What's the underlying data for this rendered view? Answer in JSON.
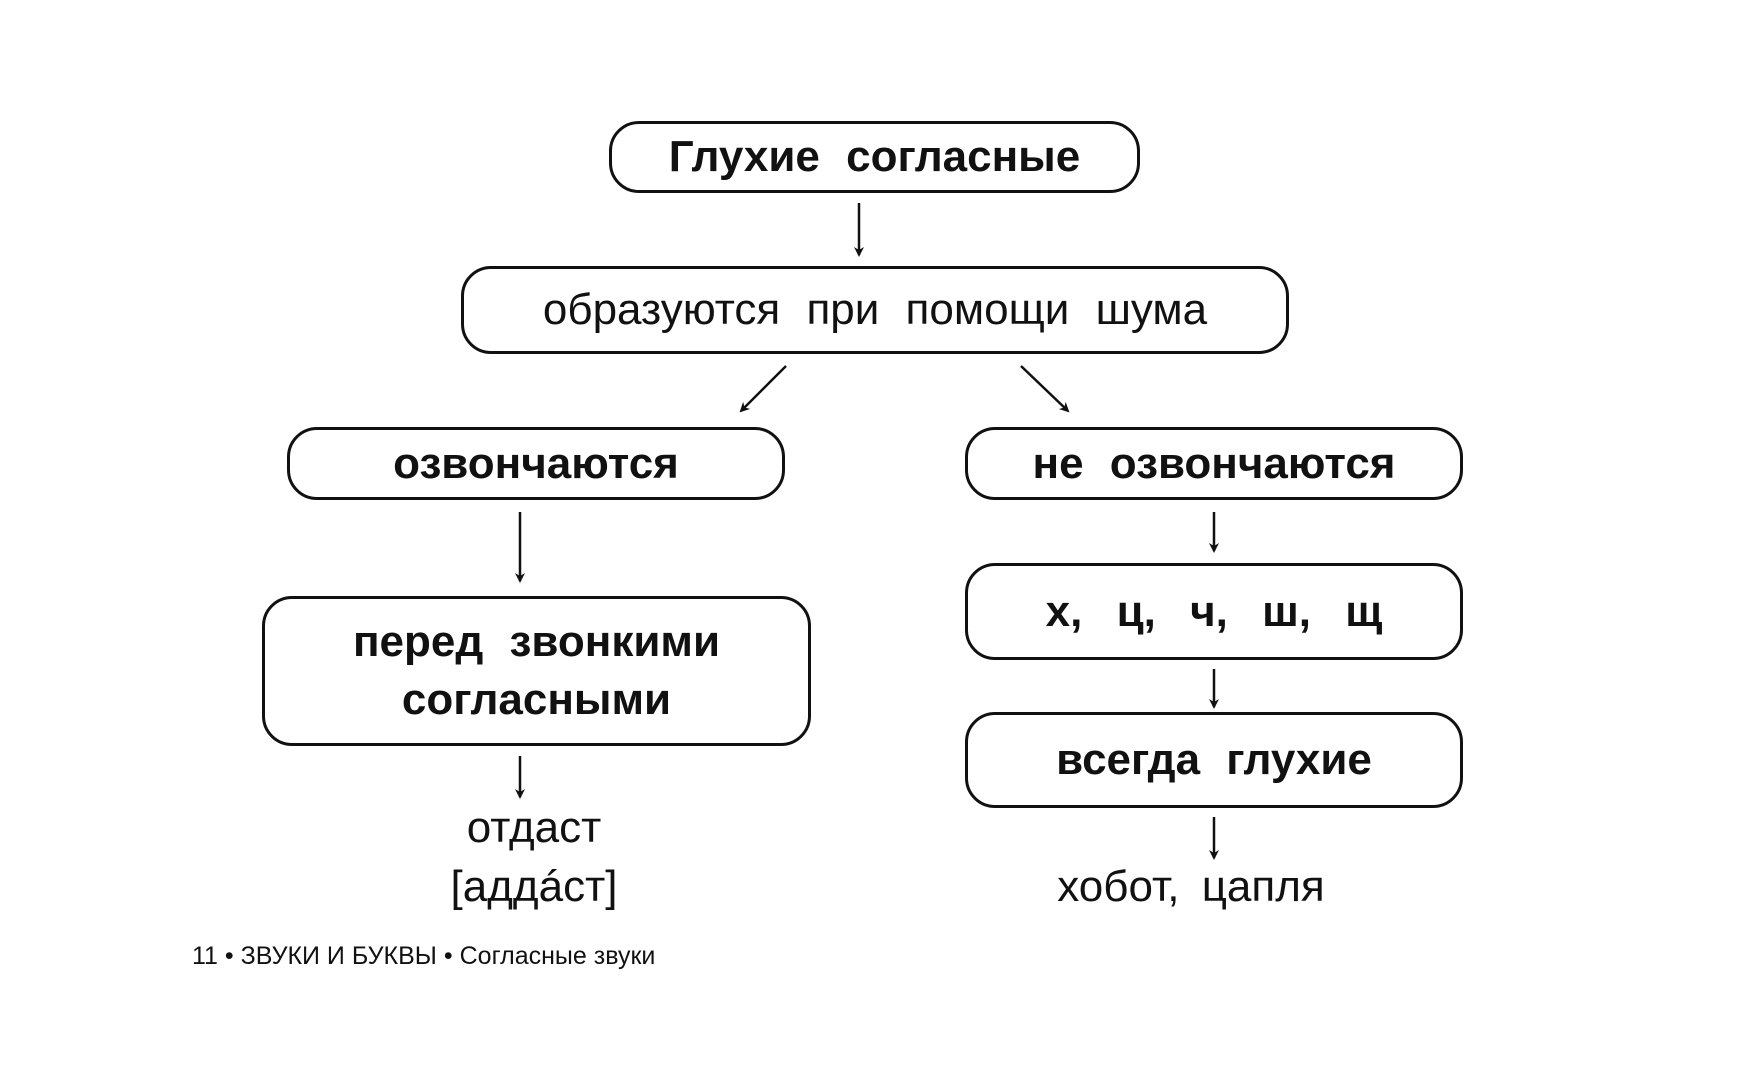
{
  "diagram": {
    "root": "Глухие согласные",
    "definition": "образуются при помощи шума",
    "left_branch": {
      "title": "озвончаются",
      "condition": [
        "перед звонкими",
        "согласными"
      ],
      "example_word": "отдаст",
      "example_transcription": "[аддáст]"
    },
    "right_branch": {
      "title": "не озвончаются",
      "letters": "х, ц, ч, ш, щ",
      "rule": "всегда глухие",
      "example": "хобот, цапля"
    }
  },
  "footer": {
    "page_number": "11",
    "section": "ЗВУКИ И БУКВЫ",
    "topic": "Согласные звуки",
    "separator": "•"
  }
}
